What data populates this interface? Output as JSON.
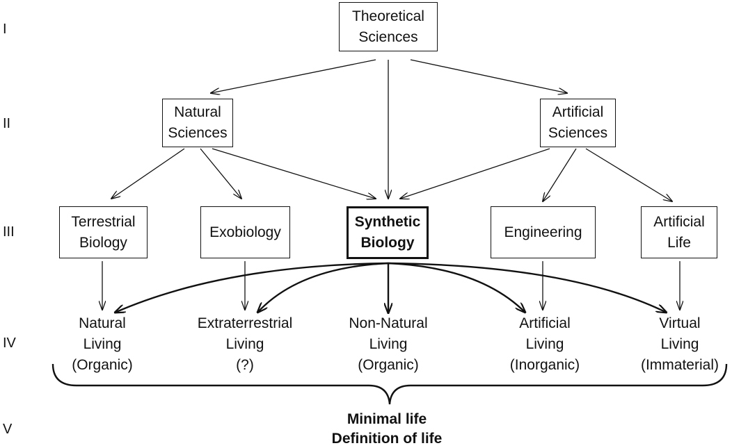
{
  "levels": [
    "I",
    "II",
    "III",
    "IV",
    "V"
  ],
  "nodes": {
    "theoretical": "Theoretical\nSciences",
    "natural": "Natural\nSciences",
    "artificial_sciences": "Artificial\nSciences",
    "terrestrial": "Terrestrial\nBiology",
    "exobiology": "Exobiology",
    "synthetic": "Synthetic\nBiology",
    "engineering": "Engineering",
    "artificial_life": "Artificial\nLife"
  },
  "leaves": {
    "natural_living": "Natural\nLiving\n(Organic)",
    "extraterrestrial_living": "Extraterrestrial\nLiving\n(?)",
    "non_natural_living": "Non-Natural\nLiving\n(Organic)",
    "artificial_living": "Artificial\nLiving\n(Inorganic)",
    "virtual_living": "Virtual\nLiving\n(Immaterial)"
  },
  "bottom": {
    "line1": "Minimal life",
    "line2": "Definition of life"
  }
}
